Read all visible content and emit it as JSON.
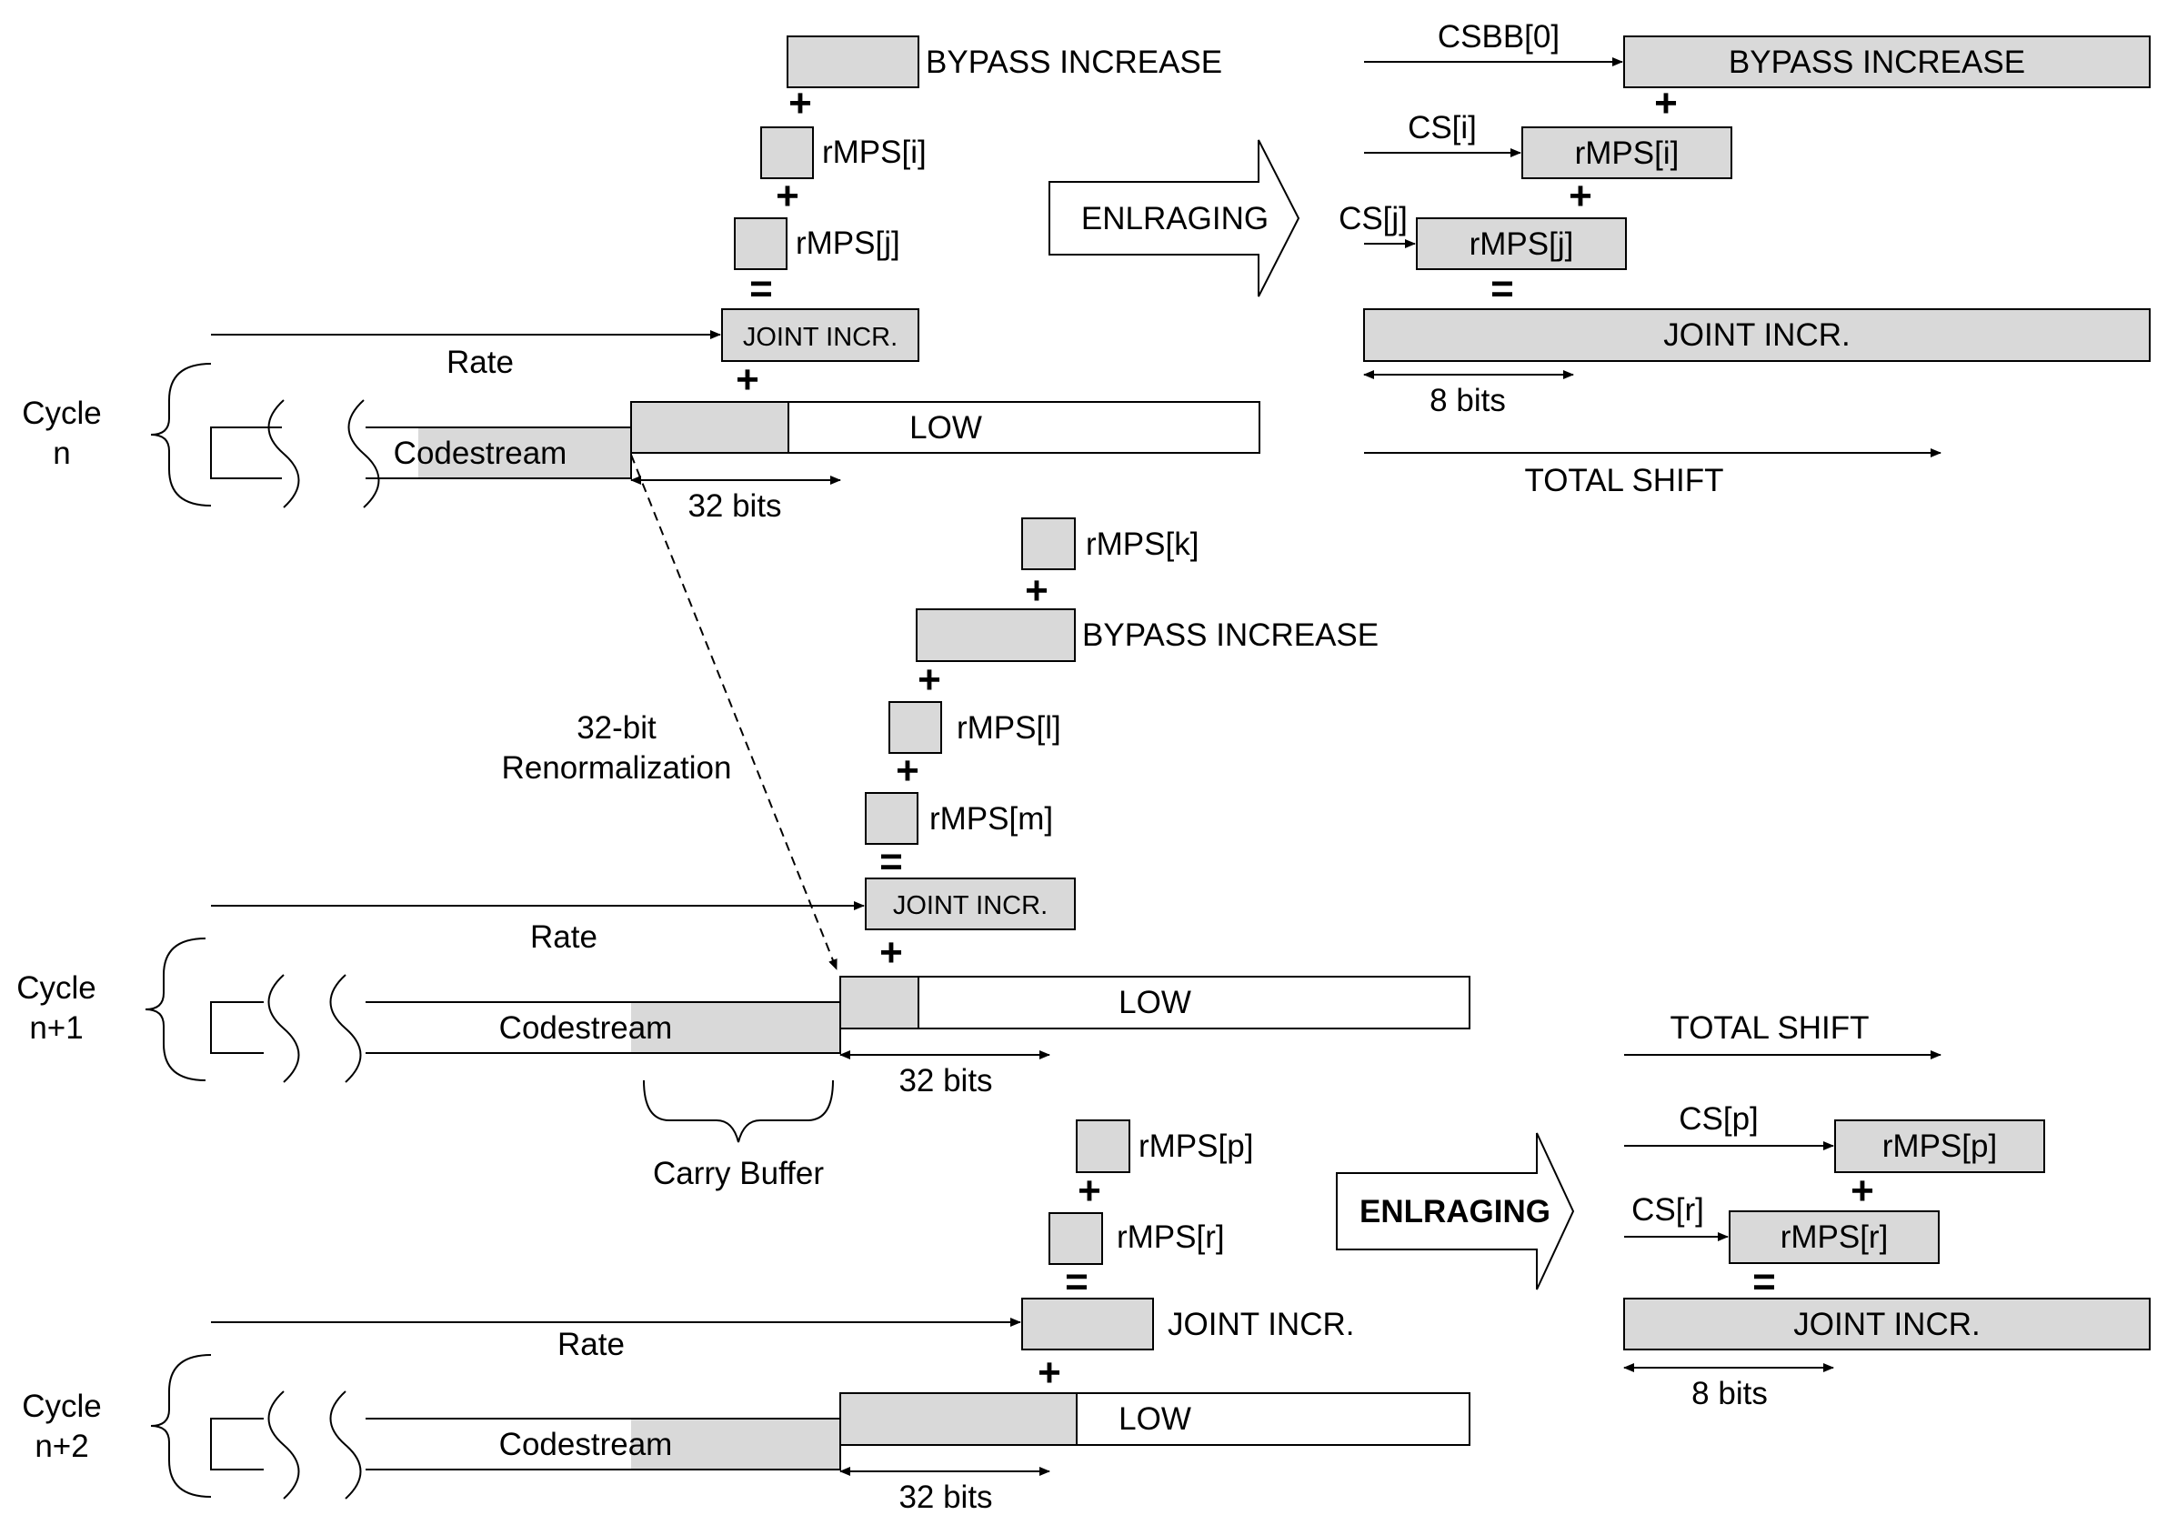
{
  "cycles": {
    "n": {
      "label1": "Cycle",
      "label2": "n"
    },
    "n1": {
      "label1": "Cycle",
      "label2": "n+1"
    },
    "n2": {
      "label1": "Cycle",
      "label2": "n+2"
    }
  },
  "labels": {
    "bypass_increase": "BYPASS INCREASE",
    "joint_incr": "JOINT INCR.",
    "low": "LOW",
    "codestream": "Codestream",
    "rate": "Rate",
    "bits32": "32 bits",
    "bits8": "8 bits",
    "total_shift": "TOTAL SHIFT",
    "enlarging": "ENLRAGING",
    "renorm_1": "32-bit",
    "renorm_2": "Renormalization",
    "carry_buffer": "Carry Buffer",
    "csbb0": "CSBB[0]",
    "plus": "+",
    "equals": "="
  },
  "rmps": {
    "i": "rMPS[i]",
    "j": "rMPS[j]",
    "k": "rMPS[k]",
    "l": "rMPS[l]",
    "m": "rMPS[m]",
    "p": "rMPS[p]",
    "r": "rMPS[r]"
  },
  "cs": {
    "i": "CS[i]",
    "j": "CS[j]",
    "p": "CS[p]",
    "r": "CS[r]"
  }
}
